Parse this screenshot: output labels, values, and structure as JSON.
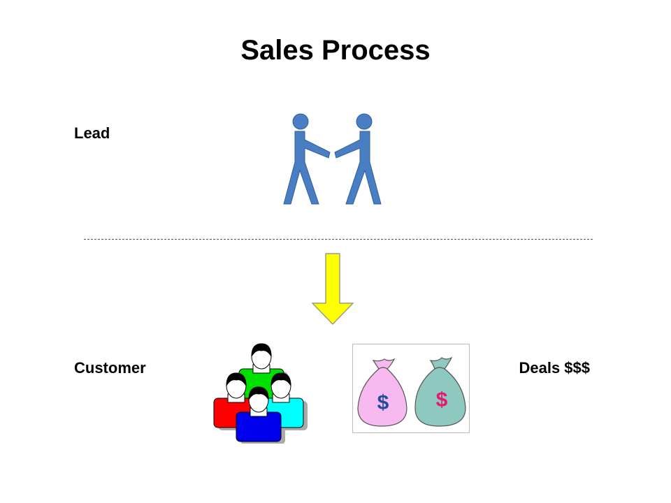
{
  "title": "Sales Process",
  "labels": {
    "lead": "Lead",
    "customer": "Customer",
    "deals": "Deals $$$"
  },
  "icons": {
    "handshake": "handshake-people-icon",
    "arrow": "arrow-down-icon",
    "group": "customer-group-icon",
    "money": "money-bags-icon",
    "bag_symbol": "$"
  },
  "colors": {
    "handshake": "#4a7ec2",
    "arrow": "#ffff00",
    "person_red": "#ff0000",
    "person_green": "#00e000",
    "person_cyan": "#00ffff",
    "person_blue": "#0000ee",
    "bag_pink": "#f7b9f0",
    "bag_teal": "#8ec9c0",
    "dollar_blue": "#1f4e9c",
    "dollar_pink": "#e8166d"
  }
}
